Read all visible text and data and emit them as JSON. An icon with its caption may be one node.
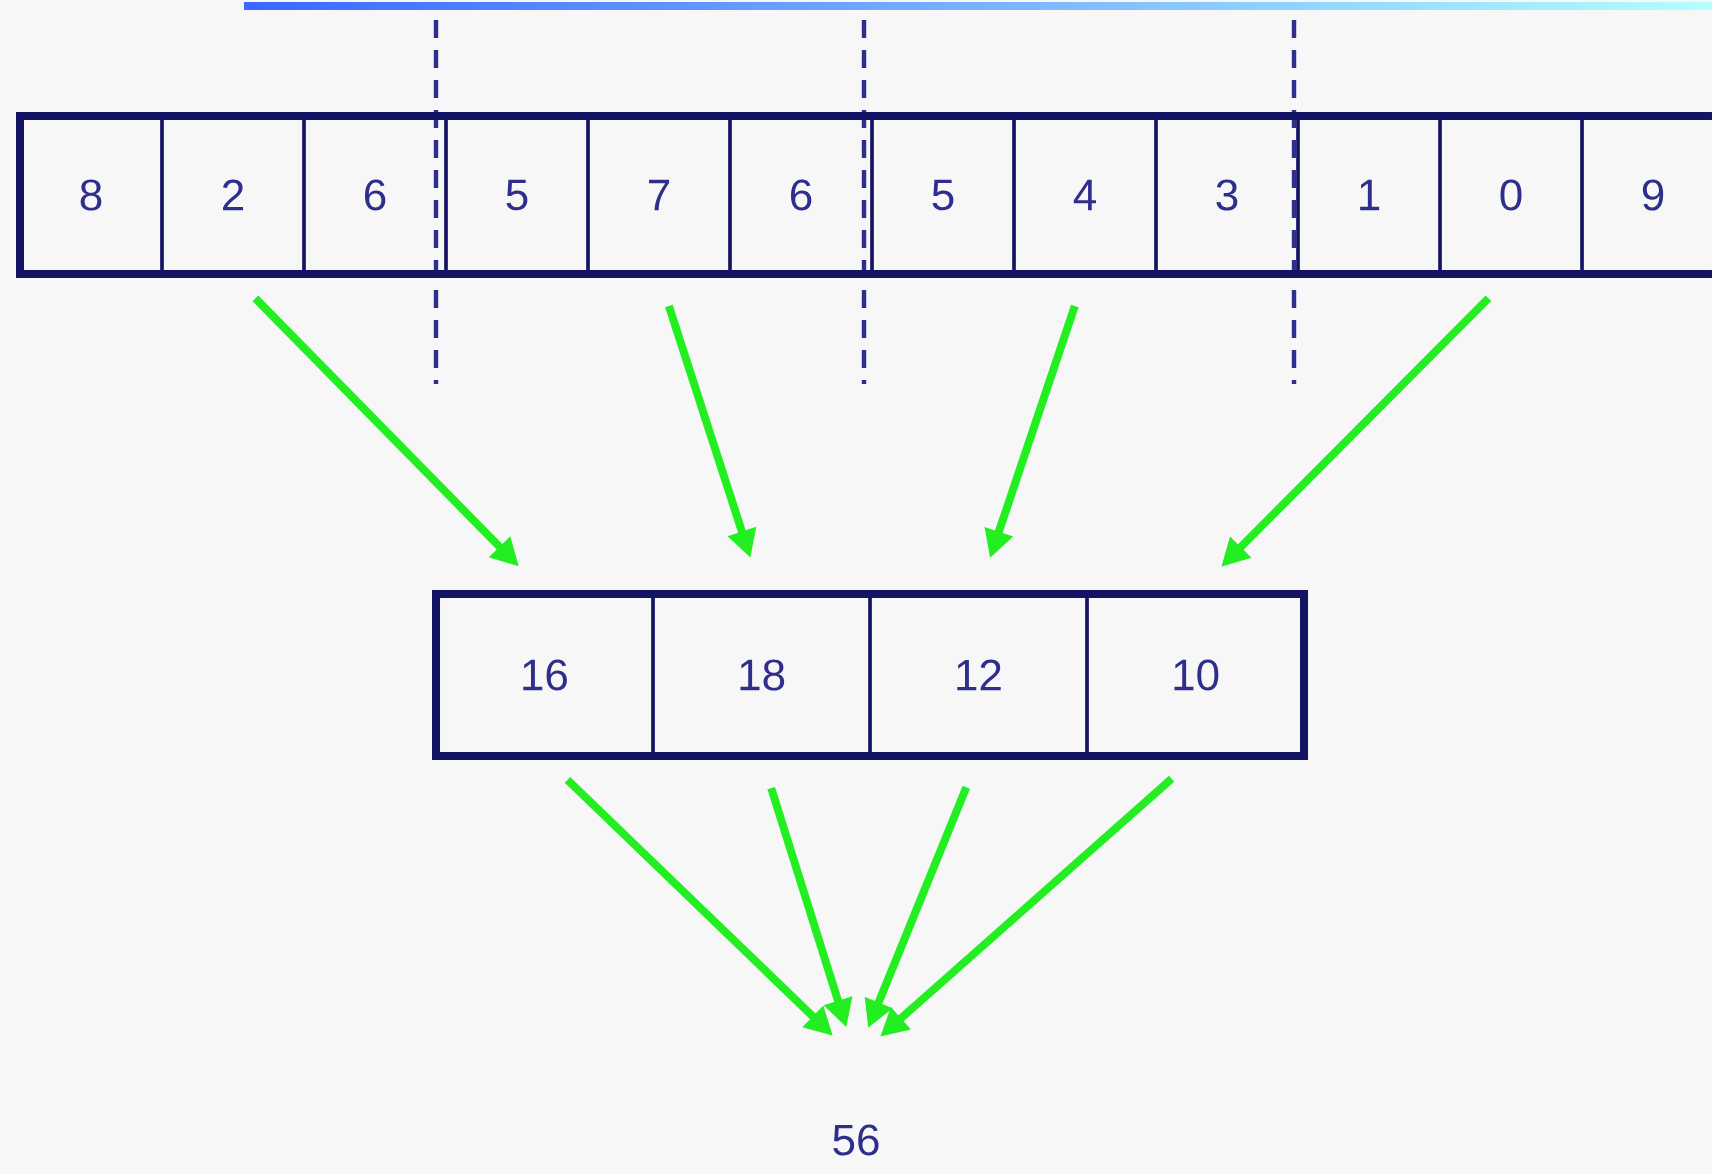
{
  "diagram": {
    "nodes": [
      {
        "text": [
          "8"
        ]
      },
      {
        "text": [
          "2"
        ]
      },
      {
        "text": [
          "6"
        ]
      },
      {
        "text": [
          "5"
        ]
      },
      {
        "text": [
          "7"
        ]
      },
      {
        "text": [
          "6"
        ]
      },
      {
        "text": [
          "5"
        ]
      },
      {
        "text": [
          "4"
        ]
      },
      {
        "text": [
          "3"
        ]
      },
      {
        "text": [
          "1"
        ]
      },
      {
        "text": [
          "0"
        ]
      },
      {
        "text": [
          "9"
        ]
      },
      {
        "text": [
          "16"
        ]
      },
      {
        "text": [
          "18"
        ]
      },
      {
        "text": [
          "12"
        ]
      },
      {
        "text": [
          "10"
        ]
      },
      {
        "text": [
          "56"
        ]
      }
    ],
    "edges": [
      {
        "from": 1,
        "to": 12,
        "arrow": "to"
      },
      {
        "from": 4,
        "to": 13,
        "arrow": "to"
      },
      {
        "from": 7,
        "to": 14,
        "arrow": "to"
      },
      {
        "from": 10,
        "to": 15,
        "arrow": "to"
      },
      {
        "from": 12,
        "to": 16,
        "arrow": "to"
      },
      {
        "from": 13,
        "to": 16,
        "arrow": "to"
      },
      {
        "from": 14,
        "to": 16,
        "arrow": "to"
      },
      {
        "from": 15,
        "to": 16,
        "arrow": "to"
      }
    ]
  }
}
